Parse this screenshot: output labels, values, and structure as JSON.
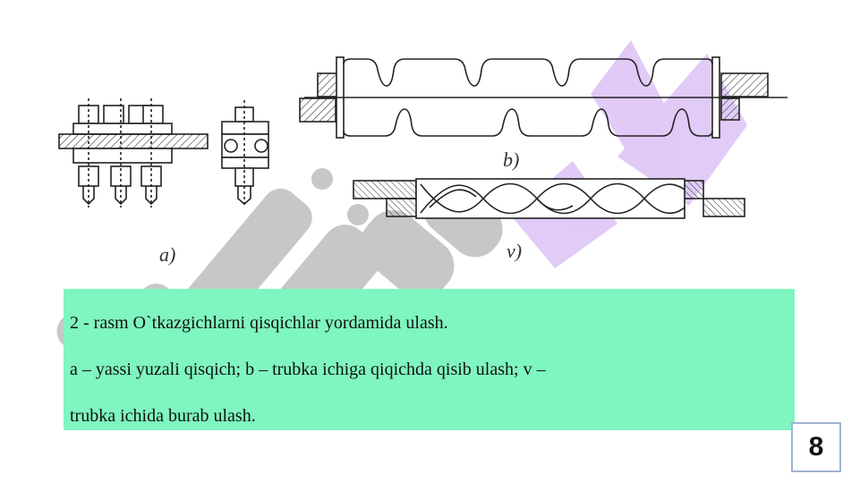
{
  "figure": {
    "label_a": "a)",
    "label_b": "b)",
    "label_v": "v)"
  },
  "caption": {
    "line1": "2 -  rasm O`tkazgichlarni qisqichlar yordamida ulash.",
    "line2": "a – yassi yuzali qisqich; b – trubka ichiga qiqichda qisib ulash; v –",
    "line3": "trubka ichida burab ulash."
  },
  "page_number": "8",
  "colors": {
    "caption_bg": "#7ff5bf",
    "watermark_purple": "#c9a0f0",
    "watermark_gray": "#9a9a9a"
  }
}
